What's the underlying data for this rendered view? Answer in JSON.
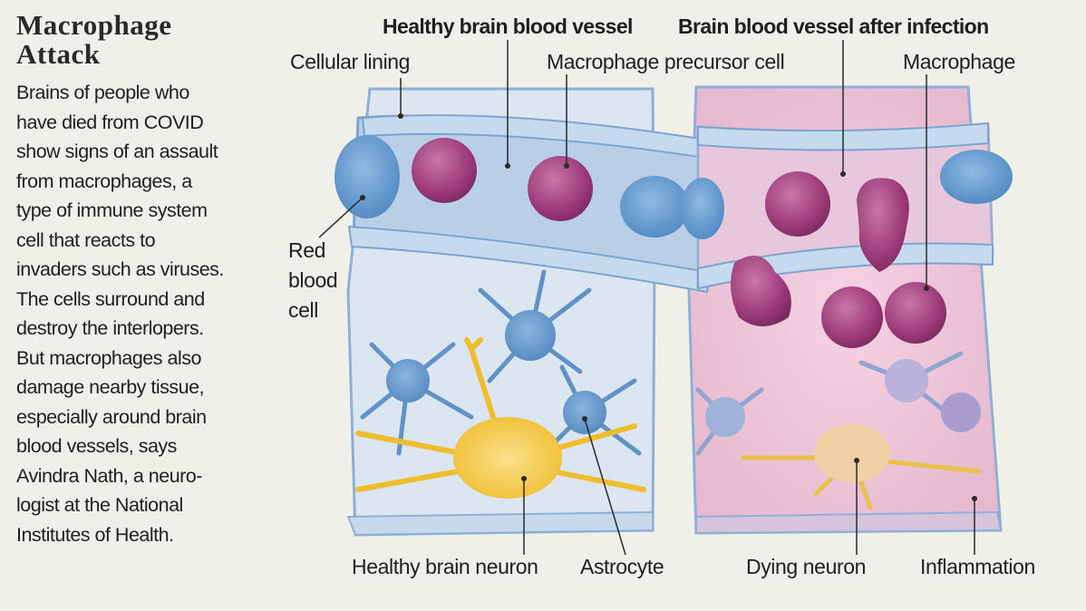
{
  "sidebar": {
    "title_lines": [
      "Macrophage",
      "Attack"
    ],
    "body_lines": [
      "Brains of people who",
      "have died from COVID",
      "show signs of an assault",
      "from macrophages, a",
      "type of immune system",
      "cell that reacts to",
      "invaders such as viruses.",
      "The cells surround and",
      "destroy the interlopers.",
      "But macrophages also",
      "damage nearby tissue,",
      "especially around brain",
      "blood vessels, says",
      "Avindra Nath, a neuro-",
      "logist at the National",
      "Institutes of Health."
    ]
  },
  "diagram": {
    "headings": {
      "healthy": "Healthy brain blood vessel",
      "infected": "Brain blood vessel after infection"
    },
    "labels": {
      "cellular_lining": "Cellular lining",
      "precursor": "Macrophage precursor cell",
      "macrophage": "Macrophage",
      "red_blood_cell_lines": [
        "Red",
        "blood",
        "cell"
      ],
      "healthy_neuron": "Healthy brain neuron",
      "astrocyte": "Astrocyte",
      "dying_neuron": "Dying neuron",
      "inflammation": "Inflammation"
    },
    "colors": {
      "background": "#f1f0e8",
      "tissue_block": "#dbe6f1",
      "block_outline": "#8fb0d6",
      "vessel": "#b5cde8",
      "red_blood_cell": "#5f97cc",
      "macrophage": "#9c3a78",
      "astrocyte": "#5f93c7",
      "neuron": "#f1c63f",
      "inflammation": "#ecc4d6"
    }
  }
}
